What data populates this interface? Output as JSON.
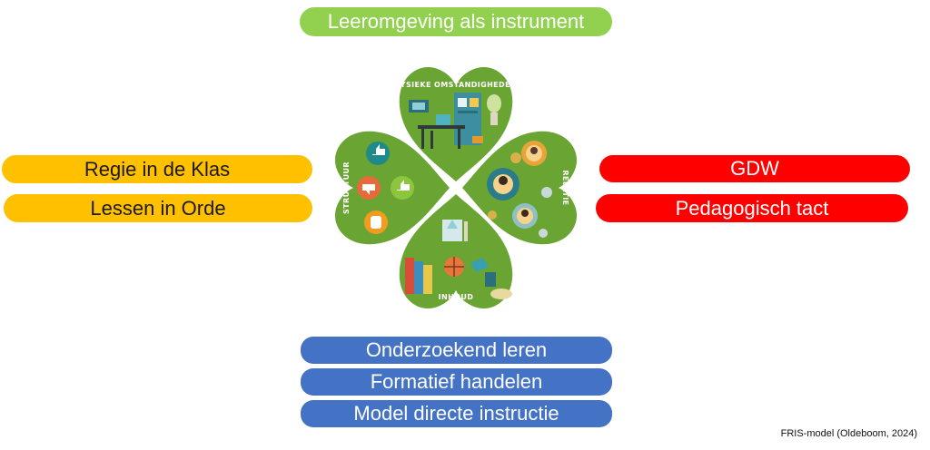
{
  "top": {
    "label": "Leeromgeving als instrument"
  },
  "left": [
    "Regie in de Klas",
    "Lessen in Orde"
  ],
  "right": [
    "GDW",
    "Pedagogisch tact"
  ],
  "bottom": [
    "Onderzoekend leren",
    "Formatief handelen",
    "Model directe instructie"
  ],
  "clover": {
    "top_leaf": "FYSIEKE OMSTANDIGHEDEN",
    "left_leaf": "STRUCTUUR",
    "right_leaf": "RELATIE",
    "bottom_leaf": "INHOUD"
  },
  "caption": "FRIS-model (Oldeboom, 2024)",
  "colors": {
    "green": "#92d050",
    "yellow": "#ffc000",
    "red": "#ff0000",
    "blue": "#4472c4",
    "leaf": "#6aa533"
  }
}
